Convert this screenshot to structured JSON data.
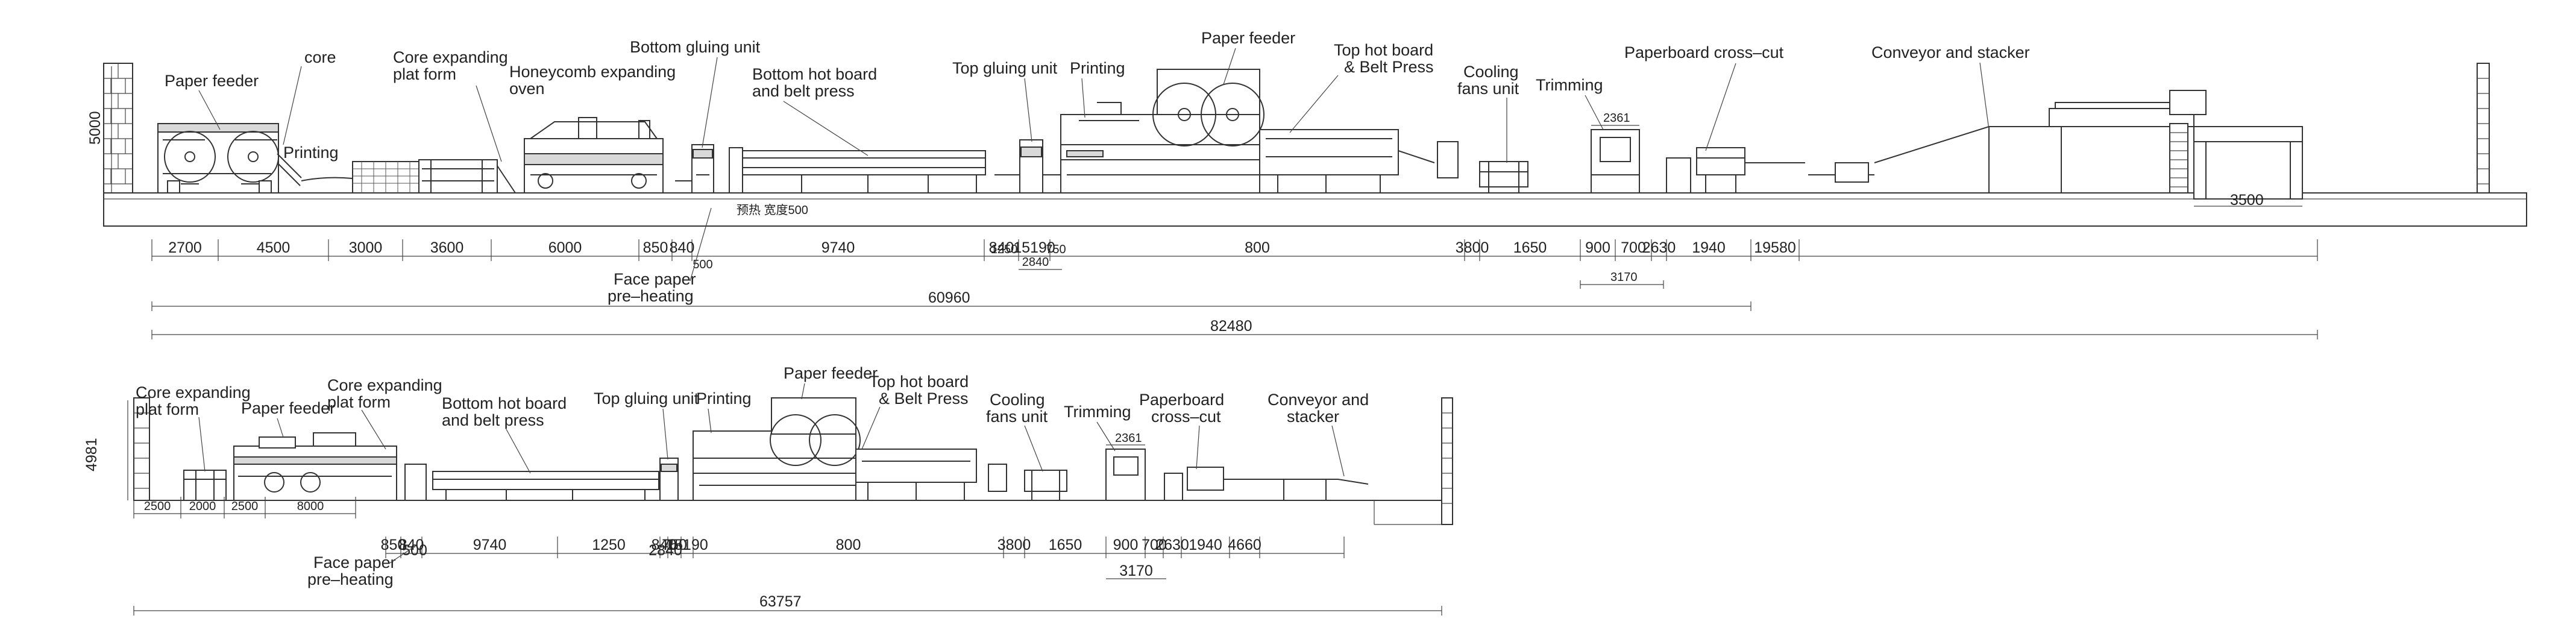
{
  "line1": {
    "height_label": "5000",
    "labels": {
      "paper_feeder": "Paper feeder",
      "core": "core",
      "printing_a": "Printing",
      "core_expanding": "Core expanding\nplat form",
      "honeycomb_oven": "Honeycomb expanding\noven",
      "bottom_gluing": "Bottom gluing unit",
      "bottom_hot_board": "Bottom hot board\nand belt press",
      "top_gluing": "Top gluing unit",
      "printing_b": "Printing",
      "paper_feeder_b": "Paper feeder",
      "top_hot_board": "Top hot board\n& Belt Press",
      "cooling": "Cooling\nfans unit",
      "trimming": "Trimming",
      "trim_width": "2361",
      "cross_cut": "Paperboard cross–cut",
      "conveyor": "Conveyor and stacker",
      "face_paper": "Face paper\npre–heating",
      "small_note": "预热  宽度500",
      "stacker_width": "3500"
    },
    "dims_row1": [
      "2700",
      "4500",
      "3000",
      "3600",
      "6000",
      "850",
      "840",
      "9740",
      "840",
      "15190",
      "800",
      "3800",
      "1650",
      "900",
      "700",
      "2630",
      "1940",
      "19580"
    ],
    "dims_row1_extra": [
      "500",
      "1250",
      "750",
      "2840"
    ],
    "dim_3170": "3170",
    "dim_total_mid": "60960",
    "dim_total": "82480"
  },
  "line2": {
    "height_label": "4981",
    "labels": {
      "core_expanding": "Core expanding\nplat form",
      "paper_feeder": "Paper feeder",
      "core_expanding_b": "Core expanding\nplat form",
      "bottom_hot_board": "Bottom hot board\nand belt press",
      "top_gluing": "Top gluing unit",
      "printing": "Printing",
      "paper_feeder_b": "Paper feeder",
      "top_hot_board": "Top hot board\n& Belt Press",
      "cooling": "Cooling\nfans unit",
      "trimming": "Trimming",
      "trim_width": "2361",
      "cross_cut": "Paperboard\ncross–cut",
      "conveyor": "Conveyor and\nstacker",
      "face_paper": "Face paper\npre–heating"
    },
    "dims_small": [
      "2500",
      "2000",
      "2500",
      "8000"
    ],
    "dims_row": [
      "850",
      "840",
      "9740",
      "1250",
      "840",
      "750",
      "15190",
      "800",
      "3800",
      "1650",
      "900",
      "700",
      "2630",
      "1940",
      "4660"
    ],
    "dims_extra": [
      "500",
      "2840",
      "3170"
    ],
    "dim_total": "63757"
  }
}
